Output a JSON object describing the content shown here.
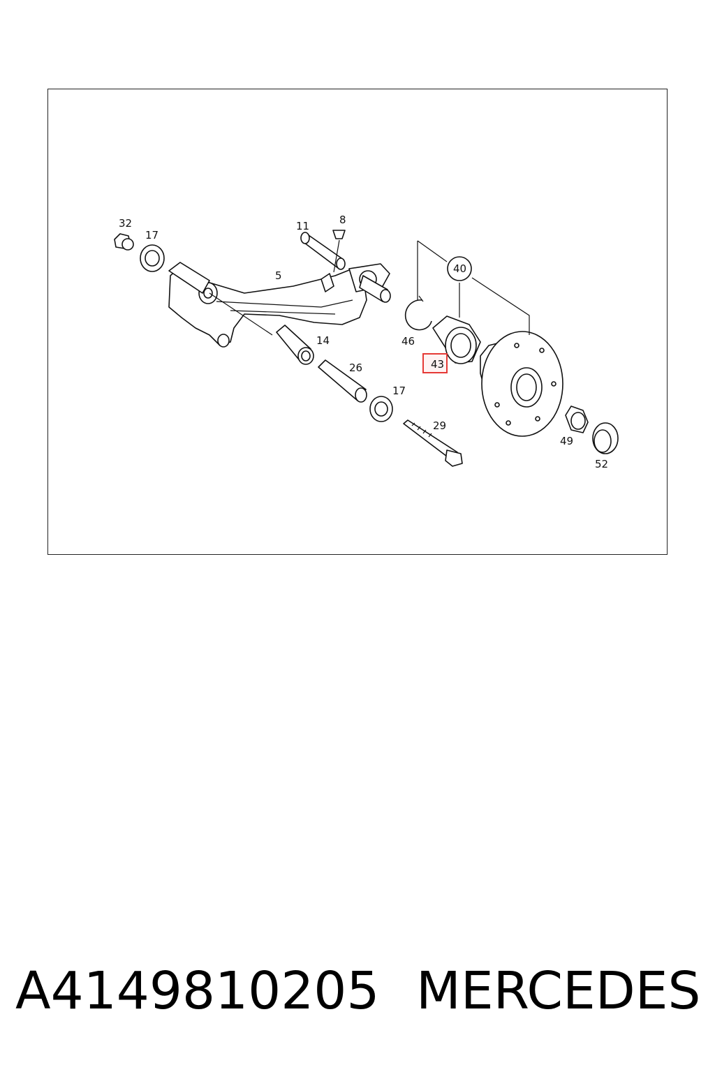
{
  "diagram": {
    "callouts": {
      "c32": "32",
      "c17a": "17",
      "c11": "11",
      "c8": "8",
      "c5": "5",
      "c40": "40",
      "c46": "46",
      "c14": "14",
      "c43": "43",
      "c26": "26",
      "c17b": "17",
      "c29": "29",
      "c49": "49",
      "c52": "52"
    },
    "highlight_color": "#e53935"
  },
  "footer": {
    "part_number": "A4149810205",
    "brand": "MERCEDES"
  }
}
